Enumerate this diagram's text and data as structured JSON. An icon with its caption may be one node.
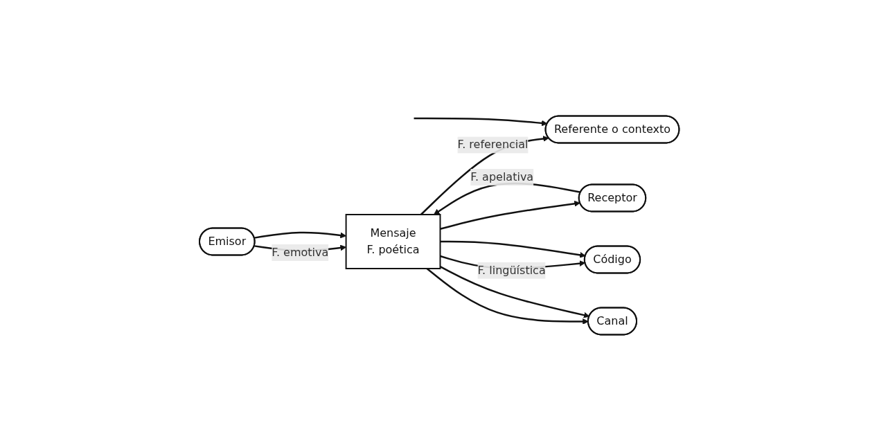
{
  "diagram": {
    "nodes": [
      {
        "text": [
          "Referente o contexto"
        ]
      },
      {
        "text": [
          "Emisor"
        ]
      },
      {
        "text": [
          "Mensaje",
          "F. poética"
        ]
      },
      {
        "text": [
          "Receptor"
        ]
      },
      {
        "text": [
          "Código"
        ]
      },
      {
        "text": [
          "Canal"
        ]
      }
    ],
    "edges": [
      {
        "from": 2,
        "to": 0,
        "arrow": "to",
        "label": "F. referencial"
      },
      {
        "from": null,
        "to": 0,
        "arrow": "to"
      },
      {
        "from": 1,
        "to": 2,
        "arrow": "to",
        "label": "F. emotiva"
      },
      {
        "from": 1,
        "to": 2,
        "arrow": "to"
      },
      {
        "from": 3,
        "to": 2,
        "arrow": "to",
        "label": "F. apelativa"
      },
      {
        "from": 2,
        "to": 3,
        "arrow": "to"
      },
      {
        "from": 2,
        "to": 5,
        "arrow": "to"
      },
      {
        "from": 2,
        "to": 4,
        "arrow": "to",
        "label": "F. lingüística"
      },
      {
        "from": 2,
        "to": 4,
        "arrow": "to"
      },
      {
        "from": 2,
        "to": 5,
        "arrow": "to"
      }
    ]
  }
}
